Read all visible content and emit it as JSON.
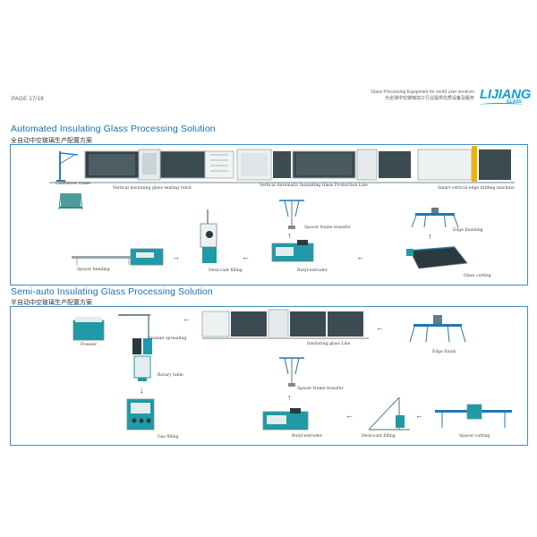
{
  "header": {
    "page_number": "PAGE 17/18",
    "tagline_en": "Glass Processing Equipment for world user services",
    "tagline_cn": "为全球中空玻璃加工行业提供优质设备及服务",
    "logo_name": "LIJIANG",
    "logo_sub": "GLASS"
  },
  "automated": {
    "title": "Automated Insulating Glass Processing Solution",
    "subtitle_cn": "全自动中空玻璃生产配置方案",
    "labels": {
      "cantilever_crane": "Cantilever crane",
      "sealing_robot": "Vertical insulating glass sealing robot",
      "production_line": "Vertical Automatic Insulating Glass Production Line",
      "drying_machine": "Smart vertical edge drilling machine",
      "spacer_frame_transfer": "Spacer frame transfer",
      "edge_finishing": "Edge finishing",
      "spacer_bending": "Spacer bending",
      "desiccant_filling": "Desiccant filling",
      "butyl_extruder": "Butyl-extruder",
      "glass_cutting": "Glass cutting"
    }
  },
  "semi_auto": {
    "title": "Semi-auto Insulating Glass Processing Solution",
    "subtitle_cn": "半自动中空玻璃生产配置方案",
    "labels": {
      "freezer": "Freezer",
      "sealant_spreading": "Sealant spreading",
      "insulating_glass_line": "Insulating glass Line",
      "edge_finish": "Edge finish",
      "rotary_table": "Rotary table",
      "spacer_frame_transfer": "Spacer frame transfer",
      "gas_filling": "Gas filling",
      "butyl_extruder": "Butyl-extruder",
      "desiccant_filling": "Desiccant filling",
      "spacer_cutting": "Spacer cutting"
    }
  },
  "colors": {
    "accent": "#1a6fb0",
    "panel_border": "#3d8ec9",
    "machine_teal": "#1f9aa6",
    "machine_dark": "#2b3a3f",
    "logo_blue": "#14a0d8"
  }
}
